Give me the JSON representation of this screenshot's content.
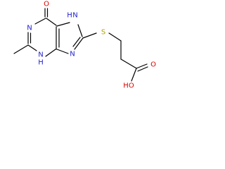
{
  "molecule": {
    "atoms": {
      "carbonyl_o": "O",
      "n1": "N",
      "n3": "N",
      "h3": "H",
      "n7": "N",
      "h7": "H",
      "n9": "N",
      "s": "S",
      "acid_o": "O",
      "ho": "HO"
    }
  },
  "colors": {
    "carbon_bond": "#000000",
    "nitrogen": "#2020cc",
    "oxygen": "#dd0000",
    "sulfur": "#b3a100"
  }
}
